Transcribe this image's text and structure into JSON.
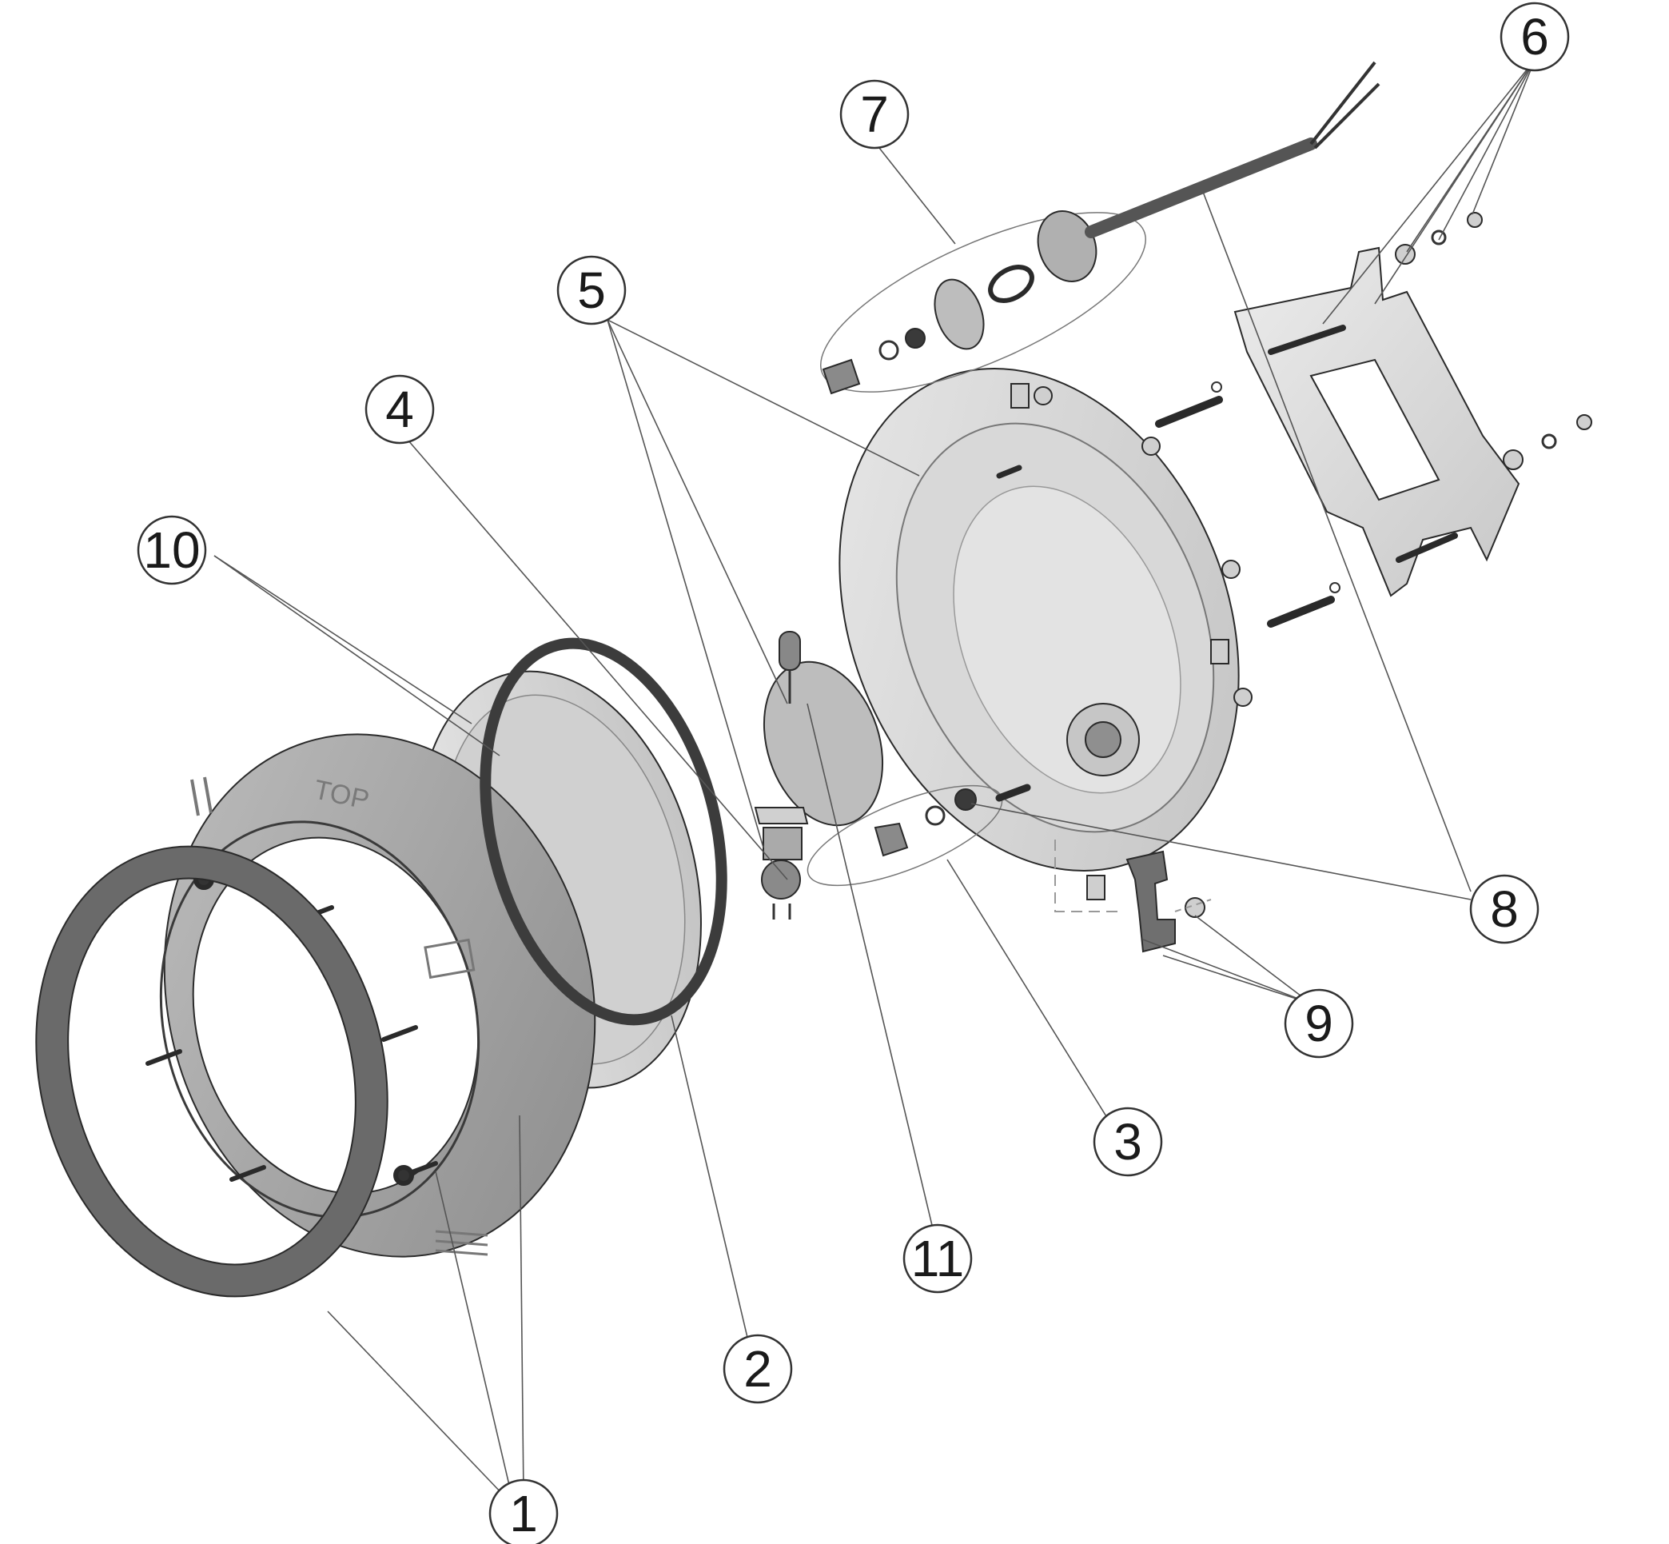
{
  "diagram": {
    "type": "exploded-assembly",
    "callouts": [
      {
        "id": "c1",
        "label": "1"
      },
      {
        "id": "c2",
        "label": "2"
      },
      {
        "id": "c3",
        "label": "3"
      },
      {
        "id": "c4",
        "label": "4"
      },
      {
        "id": "c5",
        "label": "5"
      },
      {
        "id": "c6",
        "label": "6"
      },
      {
        "id": "c7",
        "label": "7"
      },
      {
        "id": "c8",
        "label": "8"
      },
      {
        "id": "c9",
        "label": "9"
      },
      {
        "id": "c10",
        "label": "10"
      },
      {
        "id": "c11",
        "label": "11"
      }
    ],
    "embossed_text": {
      "top_mark": "TOP"
    },
    "colors": {
      "line": "#2a2a2a",
      "dark_part": "#6e6e6e",
      "mid_part": "#a8a8a8",
      "light_part": "#d4d4d4"
    }
  }
}
